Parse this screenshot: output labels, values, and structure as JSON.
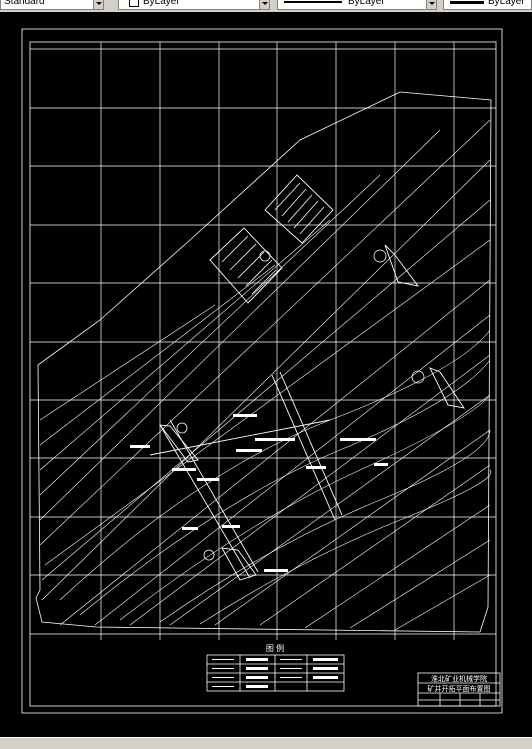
{
  "toolbar": {
    "text_style": "Standard",
    "color": "ByLayer",
    "linetype": "ByLayer",
    "lineweight": "ByLayer"
  },
  "legend": {
    "title": "图  例"
  },
  "title_block": {
    "company": "淮北矿业机械学院",
    "drawing": "矿井开拓平面布置图"
  },
  "colors": {
    "background": "#000000",
    "linework": "#ffffff",
    "chrome": "#d4d0c8"
  }
}
